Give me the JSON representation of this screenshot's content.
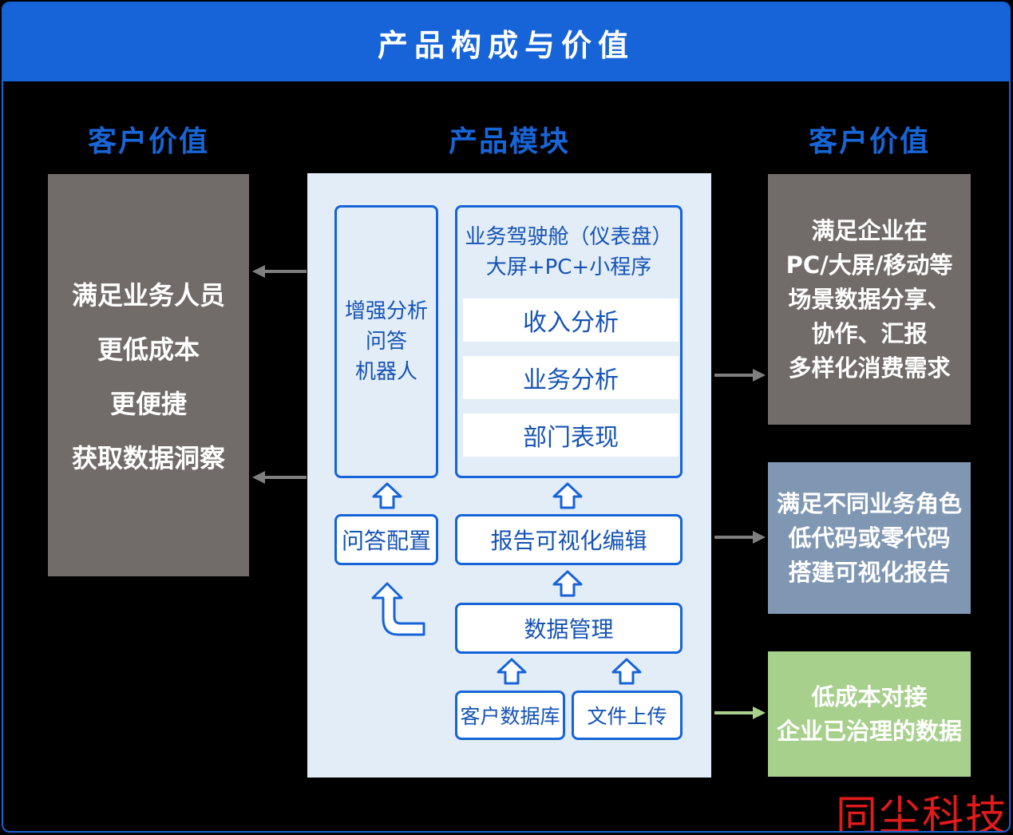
{
  "title": "产品构成与价值",
  "headers": {
    "left": "客户价值",
    "center": "产品模块",
    "right": "客户价值"
  },
  "left_value": {
    "lines": [
      "满足业务人员",
      "更低成本",
      "更便捷",
      "获取数据洞察"
    ]
  },
  "modules": {
    "qa_robot": [
      "增强分析",
      "问答",
      "机器人"
    ],
    "cockpit_title": [
      "业务驾驶舱（仪表盘）",
      "大屏+PC+小程序"
    ],
    "cockpit_items": [
      "收入分析",
      "业务分析",
      "部门表现"
    ],
    "qa_config": "问答配置",
    "report_editor": "报告可视化编辑",
    "data_management": "数据管理",
    "customer_db": "客户数据库",
    "file_upload": "文件上传"
  },
  "right_values": [
    {
      "lines": [
        "满足企业在",
        "PC/大屏/移动等",
        "场景数据分享、",
        "协作、汇报",
        "多样化消费需求"
      ],
      "color": "#716c6a"
    },
    {
      "lines": [
        "满足不同业务角色",
        "低代码或零代码",
        "搭建可视化报告"
      ],
      "color": "#8097b3"
    },
    {
      "lines": [
        "低成本对接",
        "企业已治理的数据"
      ],
      "color": "#a8d08d"
    }
  ],
  "watermark": "同尘科技",
  "colors": {
    "brand_blue": "#1664d8",
    "panel_bg": "#e3edf8",
    "left_box": "#716c6a",
    "gray_arrow": "#7f7f7f",
    "green_arrow": "#a8d08d",
    "watermark": "#e01b1b"
  }
}
